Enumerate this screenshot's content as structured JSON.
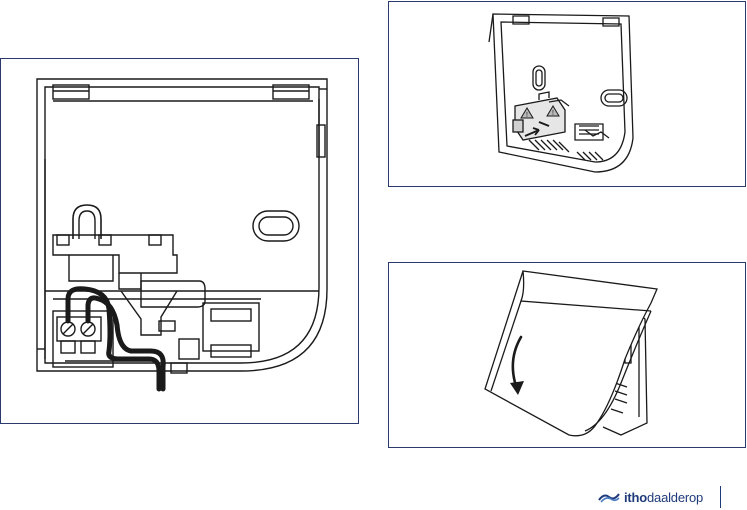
{
  "figures": {
    "main": {
      "name": "wall-plate-wiring"
    },
    "top": {
      "name": "wall-plate-terminal-warning"
    },
    "bottom": {
      "name": "cover-closing"
    }
  },
  "footer": {
    "brand_prefix": "itho",
    "brand_suffix": "daalderop",
    "logo_icon": "itho-daalderop-wave-icon"
  },
  "colors": {
    "frame": "#2a3a6e",
    "line": "#1a1a1a",
    "warning_fill": "#b9b9b9",
    "brand": "#1f3a7a"
  }
}
